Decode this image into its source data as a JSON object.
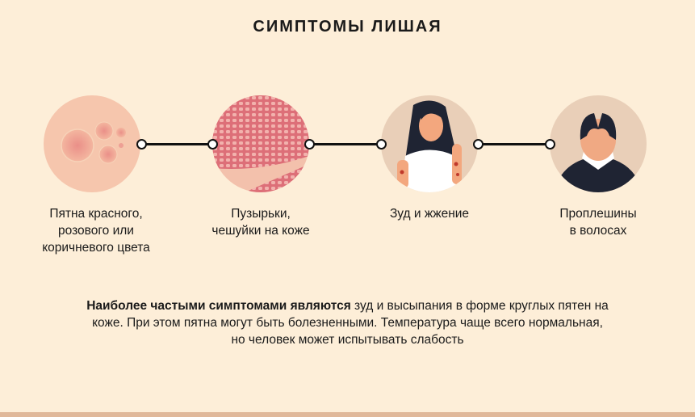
{
  "title": "СИМПТОМЫ ЛИШАЯ",
  "symptoms": [
    {
      "label_lines": [
        "Пятна красного,",
        "розового или",
        "коричневого цвета"
      ],
      "icon": "red-spots-skin-image"
    },
    {
      "label_lines": [
        "Пузырьки,",
        "чешуйки на коже"
      ],
      "icon": "scaly-skin-image"
    },
    {
      "label_lines": [
        "Зуд и жжение"
      ],
      "icon": "itching-woman-image"
    },
    {
      "label_lines": [
        "Проплешины",
        "в волосах"
      ],
      "icon": "balding-man-image"
    }
  ],
  "description": {
    "bold": "Наиболее частыми симптомами являются",
    "line1_rest": " зуд и высыпания в форме круглых пятен на",
    "line2": "коже. При этом пятна могут быть болезненными. Температура чаще всего нормальная,",
    "line3": "но человек может испытывать слабость"
  },
  "colors": {
    "background": "#fdeed8",
    "bottom_bar": "#e0b89a"
  }
}
